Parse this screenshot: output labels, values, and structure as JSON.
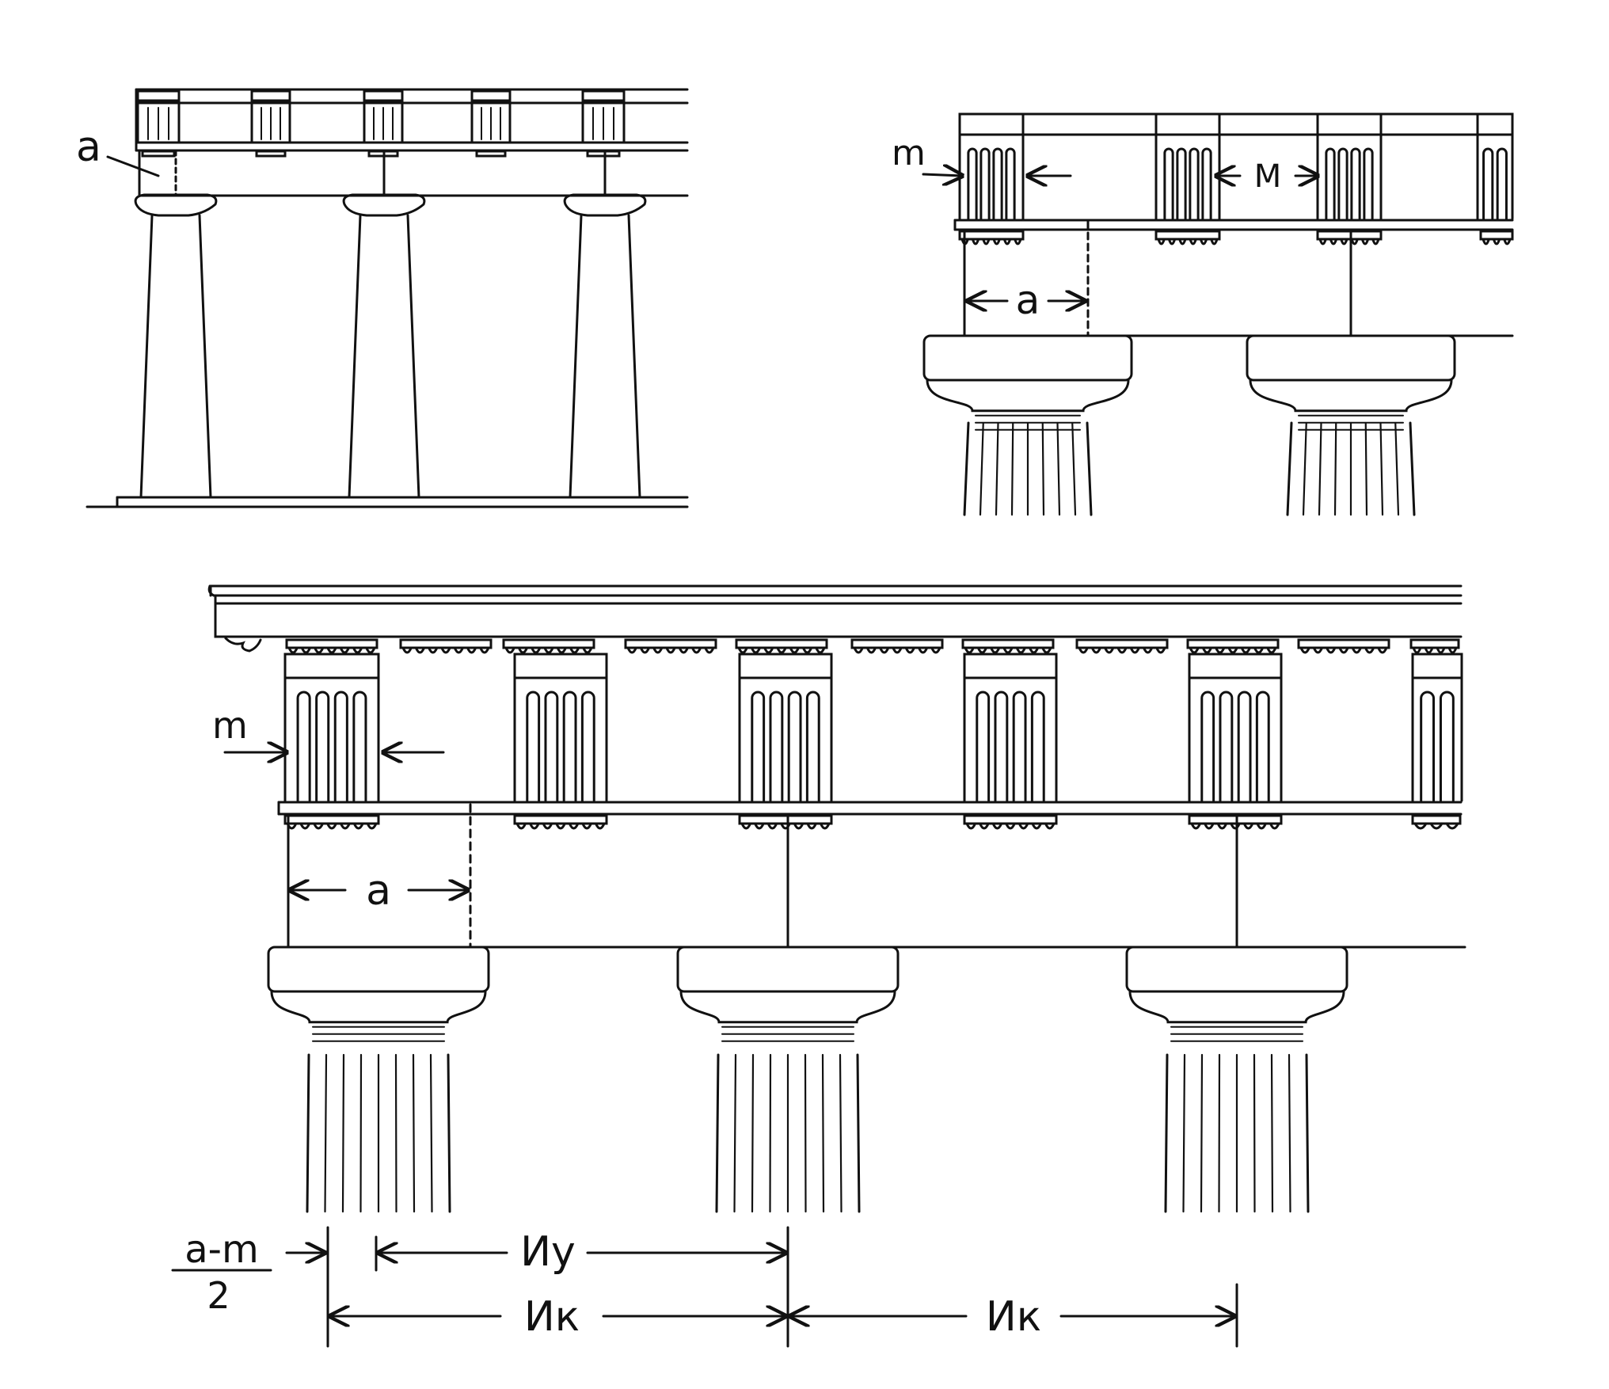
{
  "colors": {
    "ink": "#111111",
    "paper": "#ffffff"
  },
  "labels": {
    "a": "a",
    "m": "m",
    "M": "M",
    "am_num": "a-m",
    "am_den": "2",
    "iy": "Иу",
    "ik": "Ик"
  }
}
